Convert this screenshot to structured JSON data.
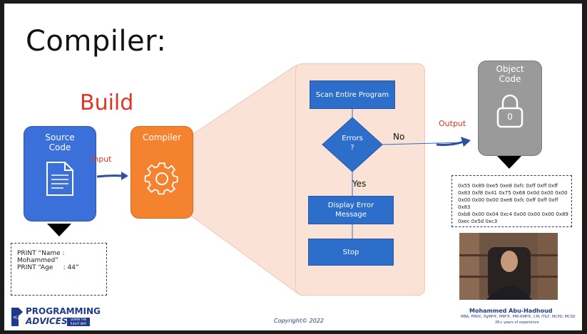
{
  "slide": {
    "title": "Compiler:",
    "build_label": "Build",
    "source_box": {
      "line1": "Source",
      "line2": "Code"
    },
    "compiler_box": {
      "label": "Compiler"
    },
    "object_box": {
      "line1": "Object",
      "line2": "Code",
      "lock_digit": "0"
    },
    "input_label": "Input",
    "output_label": "Output",
    "source_code_lines": [
      "PRINT “Name : Mohammed”",
      "PRINT “Age     : 44”"
    ],
    "object_code_lines": [
      "0x55 0x89 0xe5 0xe8 0xfc 0xff 0xff 0xff",
      "0x83 0xf8 0x41 0x75 0x68 0x0d 0x00 0x00",
      "0x00 0x00 0x00 0xe8 0xfc 0xff 0xff 0xff 0x83",
      "0xb8 0x00 0x04 0xc4 0x00 0x00 0x00 0x89",
      "0xec 0x5d 0xc3"
    ],
    "flow": {
      "scan": "Scan Entire Program",
      "errors_line1": "Errors",
      "errors_line2": "?",
      "no": "No",
      "yes": "Yes",
      "display_line1": "Display Error",
      "display_line2": "Message",
      "stop": "Stop"
    },
    "footer": {
      "copyright": "Copyright© 2022",
      "brand_line1": "PROGRAMMING",
      "brand_line2": "ADVICES",
      "brand_tag1": "LEARN THE",
      "brand_tag2": "RIGHT WAY",
      "presenter_name": "Mohammed Abu-Hadhoud",
      "presenter_creds": "MBA, PMOC, PgMP®, PMP®, PMI-RMP®, CM, ITILF, MCPD, MCSD",
      "presenter_exp": "26+ years of experience"
    }
  },
  "colors": {
    "source": "#3b6fd9",
    "compiler": "#f4822e",
    "object": "#9a9a9a",
    "flow_box": "#2e6ecb",
    "panel": "#fbe2d6",
    "build": "#e53322",
    "arrow": "#2f4fa0"
  }
}
